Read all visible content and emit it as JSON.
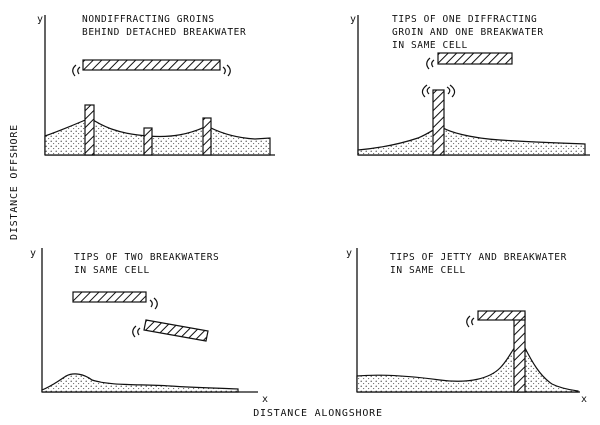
{
  "y_axis_title": "DISTANCE OFFSHORE",
  "x_axis_title": "DISTANCE ALONGSHORE",
  "panels": [
    {
      "title_lines": [
        "NONDIFFRACTING GROINS",
        "BEHIND DETACHED BREAKWATER"
      ],
      "x_label": "",
      "y_label": "y"
    },
    {
      "title_lines": [
        "TIPS OF ONE DIFFRACTING",
        "GROIN AND ONE BREAKWATER",
        "IN SAME CELL"
      ],
      "x_label": "",
      "y_label": "y"
    },
    {
      "title_lines": [
        "TIPS OF TWO BREAKWATERS",
        "IN SAME CELL"
      ],
      "x_label": "x",
      "y_label": "y"
    },
    {
      "title_lines": [
        "TIPS OF JETTY AND BREAKWATER",
        "IN SAME CELL"
      ],
      "x_label": "x",
      "y_label": "y"
    }
  ]
}
